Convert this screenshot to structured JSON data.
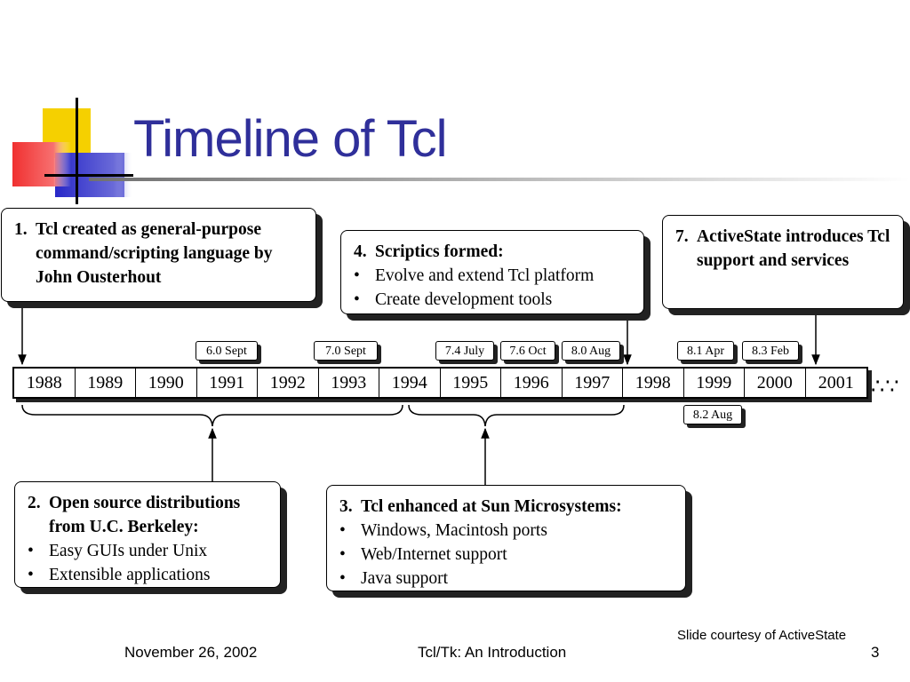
{
  "slide": {
    "title": "Timeline of Tcl",
    "footer_date": "November 26, 2002",
    "footer_center": "Tcl/Tk: An Introduction",
    "page_number": "3",
    "courtesy": "Slide courtesy of ActiveState",
    "colors": {
      "title": "#2f2f9a",
      "logo_yellow": "#f5d000",
      "logo_blue": "#2828c8",
      "logo_red": "#f03030"
    }
  },
  "timeline": {
    "years": [
      "1988",
      "1989",
      "1990",
      "1991",
      "1992",
      "1993",
      "1994",
      "1995",
      "1996",
      "1997",
      "1998",
      "1999",
      "2000",
      "2001"
    ],
    "continuation": "∴∵",
    "releases": [
      {
        "label": "6.0 Sept"
      },
      {
        "label": "7.0 Sept"
      },
      {
        "label": "7.4 July"
      },
      {
        "label": "7.6 Oct"
      },
      {
        "label": "8.0 Aug"
      },
      {
        "label": "8.1 Apr"
      },
      {
        "label": "8.3 Feb"
      },
      {
        "label": "8.2 Aug"
      }
    ]
  },
  "callouts": [
    {
      "num": "1.",
      "head": "Tcl created as general-purpose command/scripting language by John Ousterhout",
      "bullets": []
    },
    {
      "num": "2.",
      "head": "Open source distributions from U.C. Berkeley:",
      "bullets": [
        "Easy GUIs under Unix",
        "Extensible applications"
      ]
    },
    {
      "num": "3.",
      "head": "Tcl enhanced at Sun Microsystems:",
      "bullets": [
        "Windows, Macintosh ports",
        "Web/Internet support",
        "Java support"
      ]
    },
    {
      "num": "4.",
      "head": "Scriptics formed:",
      "bullets": [
        "Evolve and extend Tcl platform",
        "Create development tools"
      ]
    },
    {
      "num": "7.",
      "head": "ActiveState introduces Tcl support and services",
      "bullets": []
    }
  ],
  "bullet_char": "•"
}
